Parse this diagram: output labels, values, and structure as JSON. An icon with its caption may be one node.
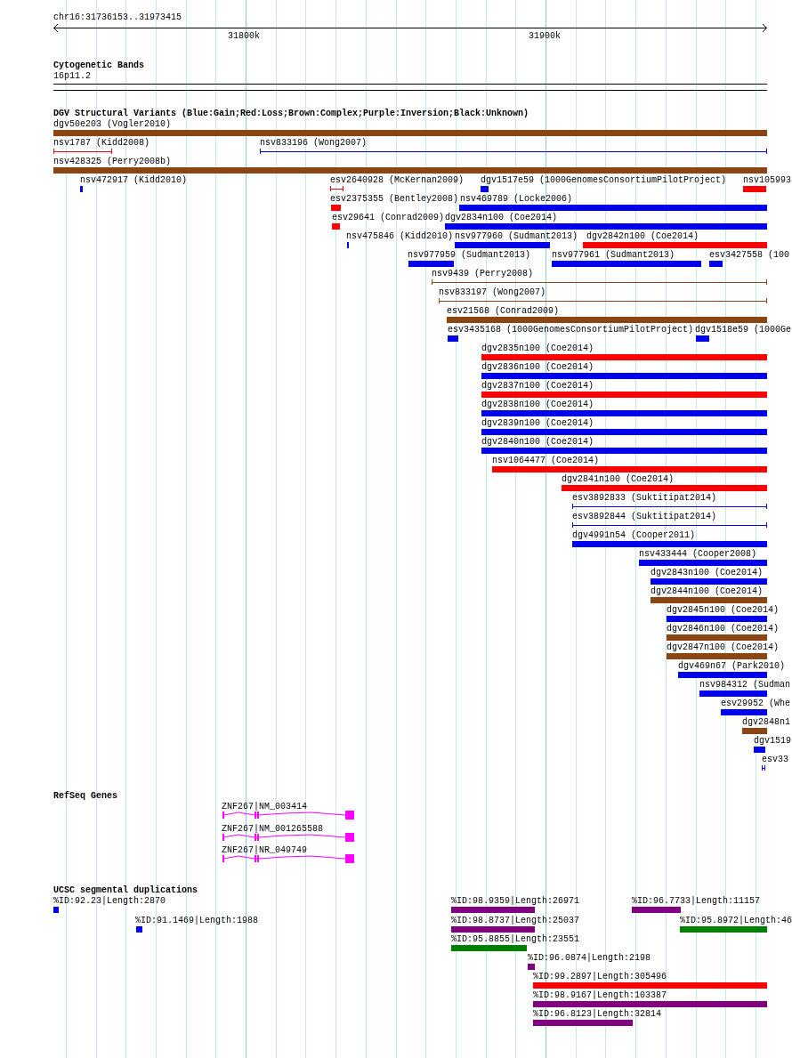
{
  "diagram": {
    "labels": [
      "chr16:31736153..31973415",
      "31800k",
      "31900k",
      "Cytogenetic Bands",
      "16p11.2",
      "DGV Structural Variants (Blue:Gain;Red:Loss;Brown:Complex;Purple:Inversion;Black:Unknown)",
      "dgv50e203 (Vogler2010)",
      "nsv1787 (Kidd2008)",
      "nsv833196 (Wong2007)",
      "nsv428325 (Perry2008b)",
      "nsv472917 (Kidd2010)",
      "esv2640928 (McKernan2009)",
      "dgv1517e59 (1000GenomesConsortiumPilotProject)",
      "nsv105993",
      "esv2375355 (Bentley2008)",
      "nsv469789 (Locke2006)",
      "esv29641 (Conrad2009)",
      "dgv2834n100 (Coe2014)",
      "nsv475846 (Kidd2010)",
      "nsv977960 (Sudmant2013)",
      "dgv2842n100 (Coe2014)",
      "nsv977959 (Sudmant2013)",
      "nsv977961 (Sudmant2013)",
      "esv3427558 (100",
      "nsv9439 (Perry2008)",
      "nsv833197 (Wong2007)",
      "esv21568 (Conrad2009)",
      "esv3435168 (1000GenomesConsortiumPilotProject)",
      "dgv1518e59 (1000Ge",
      "dgv2835n100 (Coe2014)",
      "dgv2836n100 (Coe2014)",
      "dgv2837n100 (Coe2014)",
      "dgv2838n100 (Coe2014)",
      "dgv2839n100 (Coe2014)",
      "dgv2840n100 (Coe2014)",
      "nsv1064477 (Coe2014)",
      "dgv2841n100 (Coe2014)",
      "esv3892833 (Suktitipat2014)",
      "esv3892844 (Suktitipat2014)",
      "dgv4991n54 (Cooper2011)",
      "nsv433444 (Cooper2008)",
      "dgv2843n100 (Coe2014)",
      "dgv2844n100 (Coe2014)",
      "dgv2845n100 (Coe2014)",
      "dgv2846n100 (Coe2014)",
      "dgv2847n100 (Coe2014)",
      "dgv469n67 (Park2010)",
      "nsv984312 (Sudman",
      "esv29952 (Whe",
      "dgv2848n1",
      "dgv1519",
      "esv33",
      "RefSeq Genes",
      "ZNF267|NM_003414",
      "ZNF267|NM_001265588",
      "ZNF267|NR_049749",
      "UCSC segmental duplications",
      "%ID:92.23|Length:2870",
      "%ID:98.9359|Length:26971",
      "%ID:96.7733|Length:11157",
      "%ID:91.1469|Length:1988",
      "%ID:98.8737|Length:25037",
      "%ID:95.8972|Length:46",
      "%ID:95.8855|Length:23551",
      "%ID:96.0874|Length:2198",
      "%ID:99.2897|Length:305496",
      "%ID:98.9167|Length:103387",
      "%ID:96.8123|Length:32814"
    ]
  }
}
